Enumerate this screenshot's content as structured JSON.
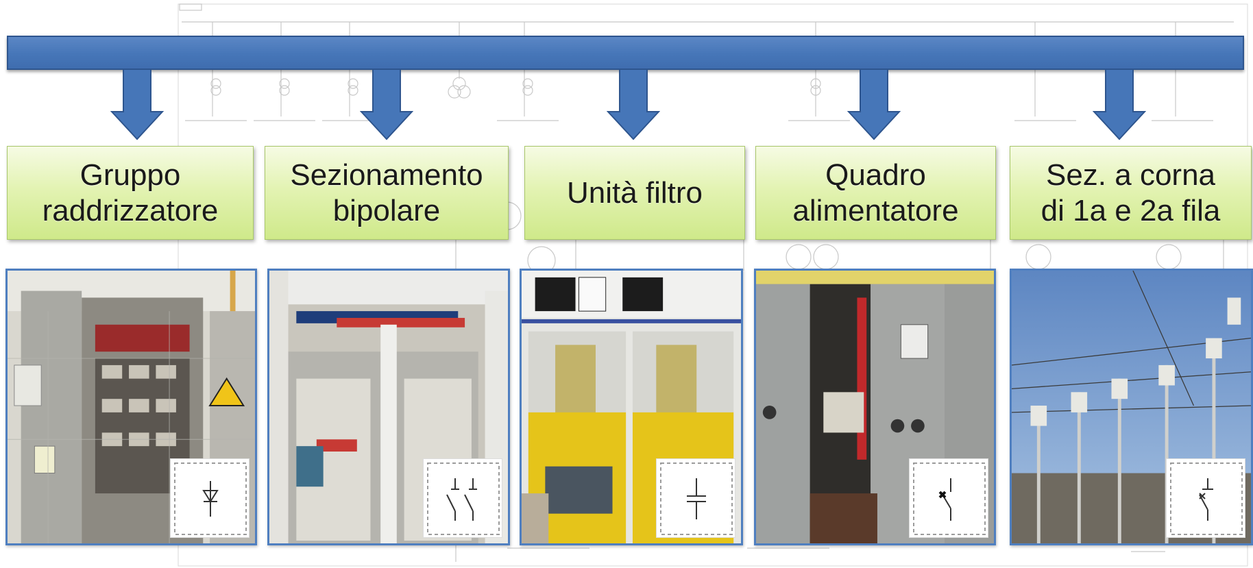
{
  "diagram": {
    "colors": {
      "bus": "#4676b8",
      "arrow": "#4676b8",
      "label_fill": "#e3f3b3",
      "photo_border": "#4f7fc0"
    },
    "components": [
      {
        "label": "Gruppo\nraddrizzatore",
        "symbol_icon": "diode-icon",
        "photo": "rectifier-cabinet-photo"
      },
      {
        "label": "Sezionamento\nbipolare",
        "symbol_icon": "bipolar-disconnector-icon",
        "photo": "bipolar-disconnector-photo"
      },
      {
        "label": "Unità filtro",
        "symbol_icon": "capacitor-icon",
        "photo": "filter-unit-photo"
      },
      {
        "label": "Quadro\nalimentatore",
        "symbol_icon": "circuit-breaker-icon",
        "photo": "feeder-switchboard-photo"
      },
      {
        "label": "Sez. a corna\ndi 1a e 2a fila",
        "symbol_icon": "horn-disconnector-icon",
        "photo": "overhead-line-disconnector-photo"
      }
    ]
  }
}
